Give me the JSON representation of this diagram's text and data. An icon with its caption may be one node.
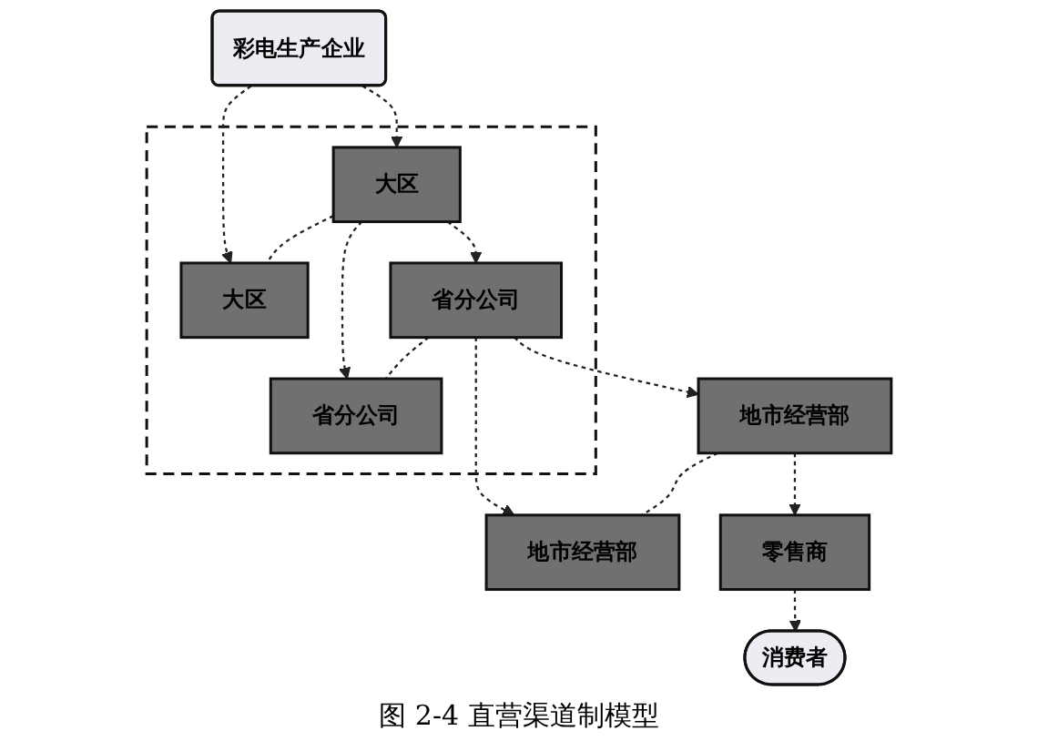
{
  "diagram": {
    "caption": "图 2-4 直营渠道制模型",
    "nodes": [
      {
        "text": [
          "彩电生产企业"
        ]
      },
      {
        "text": [],
        "shape": "box"
      },
      {
        "text": [
          "大区"
        ],
        "in": 1
      },
      {
        "text": [
          "大区"
        ],
        "in": 1
      },
      {
        "text": [
          "省分公司"
        ],
        "in": 1
      },
      {
        "text": [
          "省分公司"
        ],
        "in": 1
      },
      {
        "text": [
          "地市经营部"
        ]
      },
      {
        "text": [
          "地市经营部"
        ]
      },
      {
        "text": [
          "零售商"
        ]
      },
      {
        "text": [
          "消费者"
        ]
      }
    ],
    "edges": [
      {
        "from": 0,
        "to": 2,
        "arrow": "to",
        "style": "dashed"
      },
      {
        "from": 0,
        "to": 3,
        "arrow": "to",
        "style": "dashed"
      },
      {
        "from": 2,
        "to": 4,
        "arrow": "to",
        "style": "dashed"
      },
      {
        "from": 2,
        "to": 5,
        "arrow": "to",
        "style": "dashed"
      },
      {
        "from": 4,
        "to": 6,
        "arrow": "to",
        "style": "dashed"
      },
      {
        "from": 4,
        "to": 7,
        "arrow": "to",
        "style": "dashed"
      },
      {
        "from": 6,
        "to": 8,
        "arrow": "to",
        "style": "dashed"
      },
      {
        "from": 8,
        "to": 9,
        "arrow": "to",
        "style": "dashed"
      },
      {
        "from": 2,
        "to": 3,
        "arrow": "none",
        "style": "dashed"
      },
      {
        "from": 4,
        "to": 5,
        "arrow": "none",
        "style": "dashed"
      },
      {
        "from": 6,
        "to": 7,
        "arrow": "none",
        "style": "dashed"
      }
    ]
  }
}
